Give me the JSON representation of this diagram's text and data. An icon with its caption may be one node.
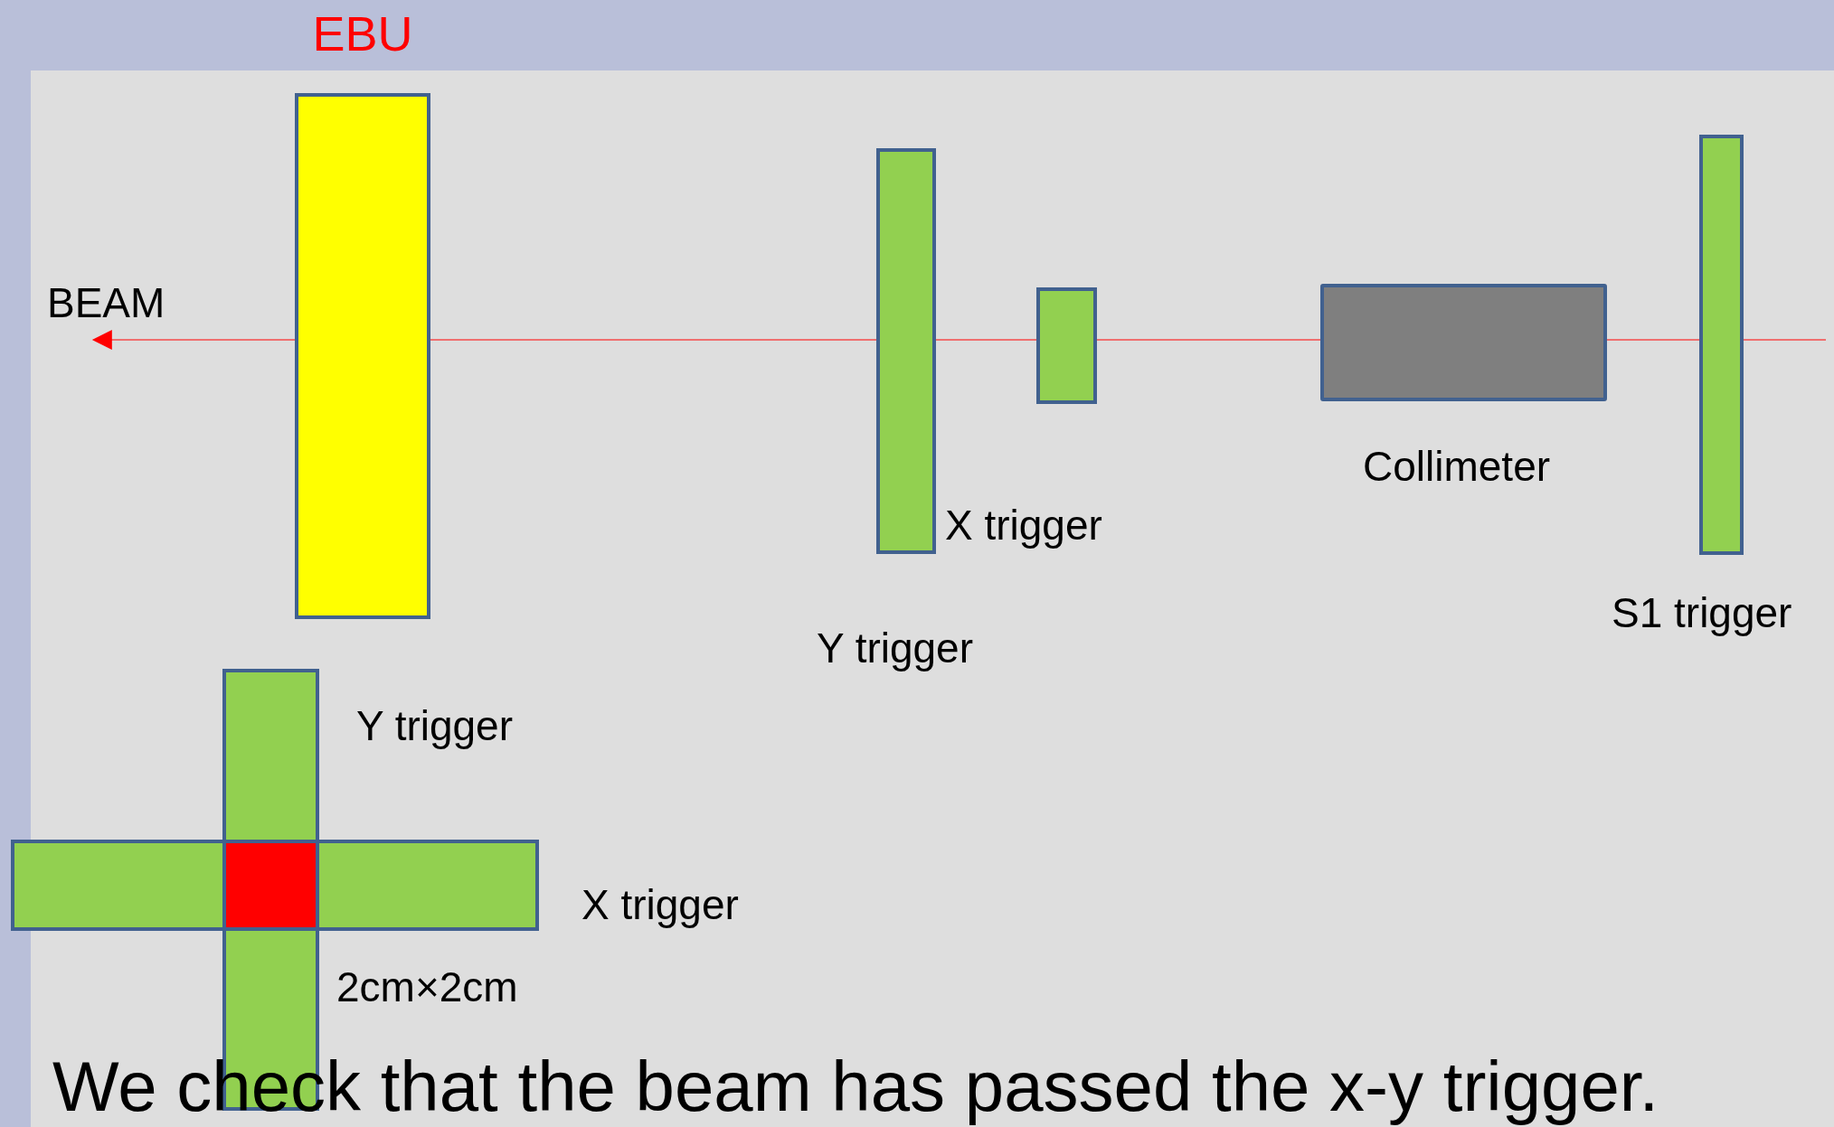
{
  "diagram": {
    "caption": "We check that the beam has passed the x-y trigger.",
    "nodes": [
      {
        "text": [
          "EBU"
        ]
      },
      {
        "text": [],
        "shape": "bar",
        "beside": [
          "Y trigger"
        ]
      },
      {
        "text": [],
        "shape": "bar"
      },
      {
        "text": [],
        "shape": "box",
        "beside": [
          "Collimeter"
        ]
      },
      {
        "text": [],
        "shape": "bar",
        "beside": [
          "S1 trigger"
        ]
      },
      {
        "text": [],
        "shape": "bar",
        "beside": [
          "Y trigger"
        ]
      },
      {
        "text": [],
        "shape": "bar",
        "beside": [
          "X trigger"
        ]
      },
      {
        "text": [],
        "shape": "box"
      }
    ],
    "labels": [
      "BEAM",
      "X trigger",
      "2cm×2cm"
    ]
  }
}
